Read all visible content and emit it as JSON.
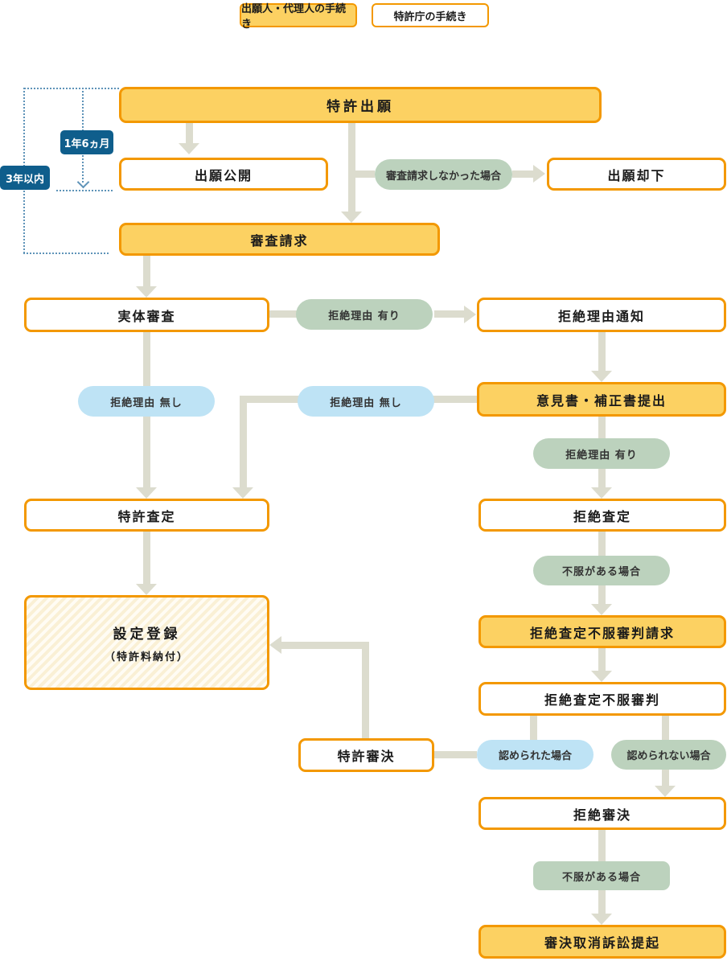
{
  "legend": {
    "applicant_procedure": "出願人・代理人の手続き",
    "office_procedure": "特許庁の手続き"
  },
  "timeline": {
    "one_year_six_months": "1年6ヵ月",
    "within_three_years": "3年以内"
  },
  "nodes": {
    "patent_application": "特許出願",
    "application_publication": "出願公開",
    "application_dismissal": "出願却下",
    "examination_request": "審査請求",
    "substantive_examination": "実体審査",
    "rejection_reason_notice": "拒絶理由通知",
    "opinion_amendment_submission": "意見書・補正書提出",
    "patent_grant_decision": "特許査定",
    "rejection_decision": "拒絶査定",
    "registration": "設定登録",
    "registration_note": "（特許料納付）",
    "appeal_request": "拒絶査定不服審判請求",
    "appeal_trial": "拒絶査定不服審判",
    "patent_trial_decision": "特許審決",
    "rejection_trial_decision": "拒絶審決",
    "lawsuit_filing": "審決取消訴訟提起"
  },
  "conditions": {
    "no_examination_request": "審査請求しなかった場合",
    "rejection_reason_found": "拒絶理由 有り",
    "rejection_reason_none": "拒絶理由 無し",
    "if_dissatisfied": "不服がある場合",
    "if_accepted": "認められた場合",
    "if_not_accepted": "認められない場合"
  },
  "colors": {
    "accent_orange": "#F39800",
    "orange_fill": "#FCD162",
    "green_label": "#BCD2BD",
    "blue_label": "#BEE3F5",
    "navy_label": "#0F5E8C",
    "connector_gray": "#DCDCCE",
    "dotted_blue": "#5E93B8"
  }
}
